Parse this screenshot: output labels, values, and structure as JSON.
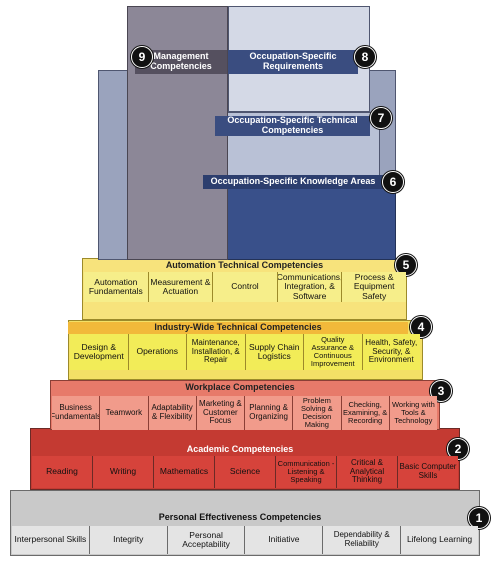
{
  "colors": {
    "personal": "#d9d9d9",
    "academic": "#cc3333",
    "workplace": "#e88070",
    "industry": "#f0e01a",
    "automation": "#f5e03c",
    "knowledge": "#3a4d80",
    "occupation": "#9ea8c4",
    "management": "#8a8494"
  },
  "tiers": {
    "personal": {
      "number": "1",
      "title": "Personal Effectiveness Competencies",
      "cells": [
        "Interpersonal Skills",
        "Integrity",
        "Personal Acceptability",
        "Initiative",
        "Dependability & Reliability",
        "Lifelong Learning"
      ]
    },
    "academic": {
      "number": "2",
      "title": "Academic Competencies",
      "cells": [
        "Reading",
        "Writing",
        "Mathematics",
        "Science",
        "Communication - Listening & Speaking",
        "Critical & Analytical Thinking",
        "Basic Computer Skills"
      ]
    },
    "workplace": {
      "number": "3",
      "title": "Workplace Competencies",
      "cells": [
        "Business Fundamentals",
        "Teamwork",
        "Adaptability & Flexibility",
        "Marketing & Customer Focus",
        "Planning & Organizing",
        "Problem Solving & Decision Making",
        "Checking, Examining, & Recording",
        "Working with Tools & Technology"
      ]
    },
    "industry": {
      "number": "4",
      "title": "Industry-Wide Technical Competencies",
      "cells": [
        "Design & Development",
        "Operations",
        "Maintenance, Installation, & Repair",
        "Supply Chain Logistics",
        "Quality Assurance & Continuous Improvement",
        "Health, Safety, Security, & Environment"
      ]
    },
    "automation": {
      "number": "5",
      "title": "Automation Technical Competencies",
      "cells": [
        "Automation Fundamentals",
        "Measurement & Actuation",
        "Control",
        "Communications, Integration, & Software",
        "Process & Equipment Safety"
      ]
    },
    "knowledge": {
      "number": "6",
      "title": "Occupation-Specific Knowledge Areas"
    },
    "technical": {
      "number": "7",
      "title": "Occupation-Specific Technical Competencies"
    },
    "requirements": {
      "number": "8",
      "title": "Occupation-Specific Requirements"
    },
    "management": {
      "number": "9",
      "title": "Management Competencies"
    }
  }
}
